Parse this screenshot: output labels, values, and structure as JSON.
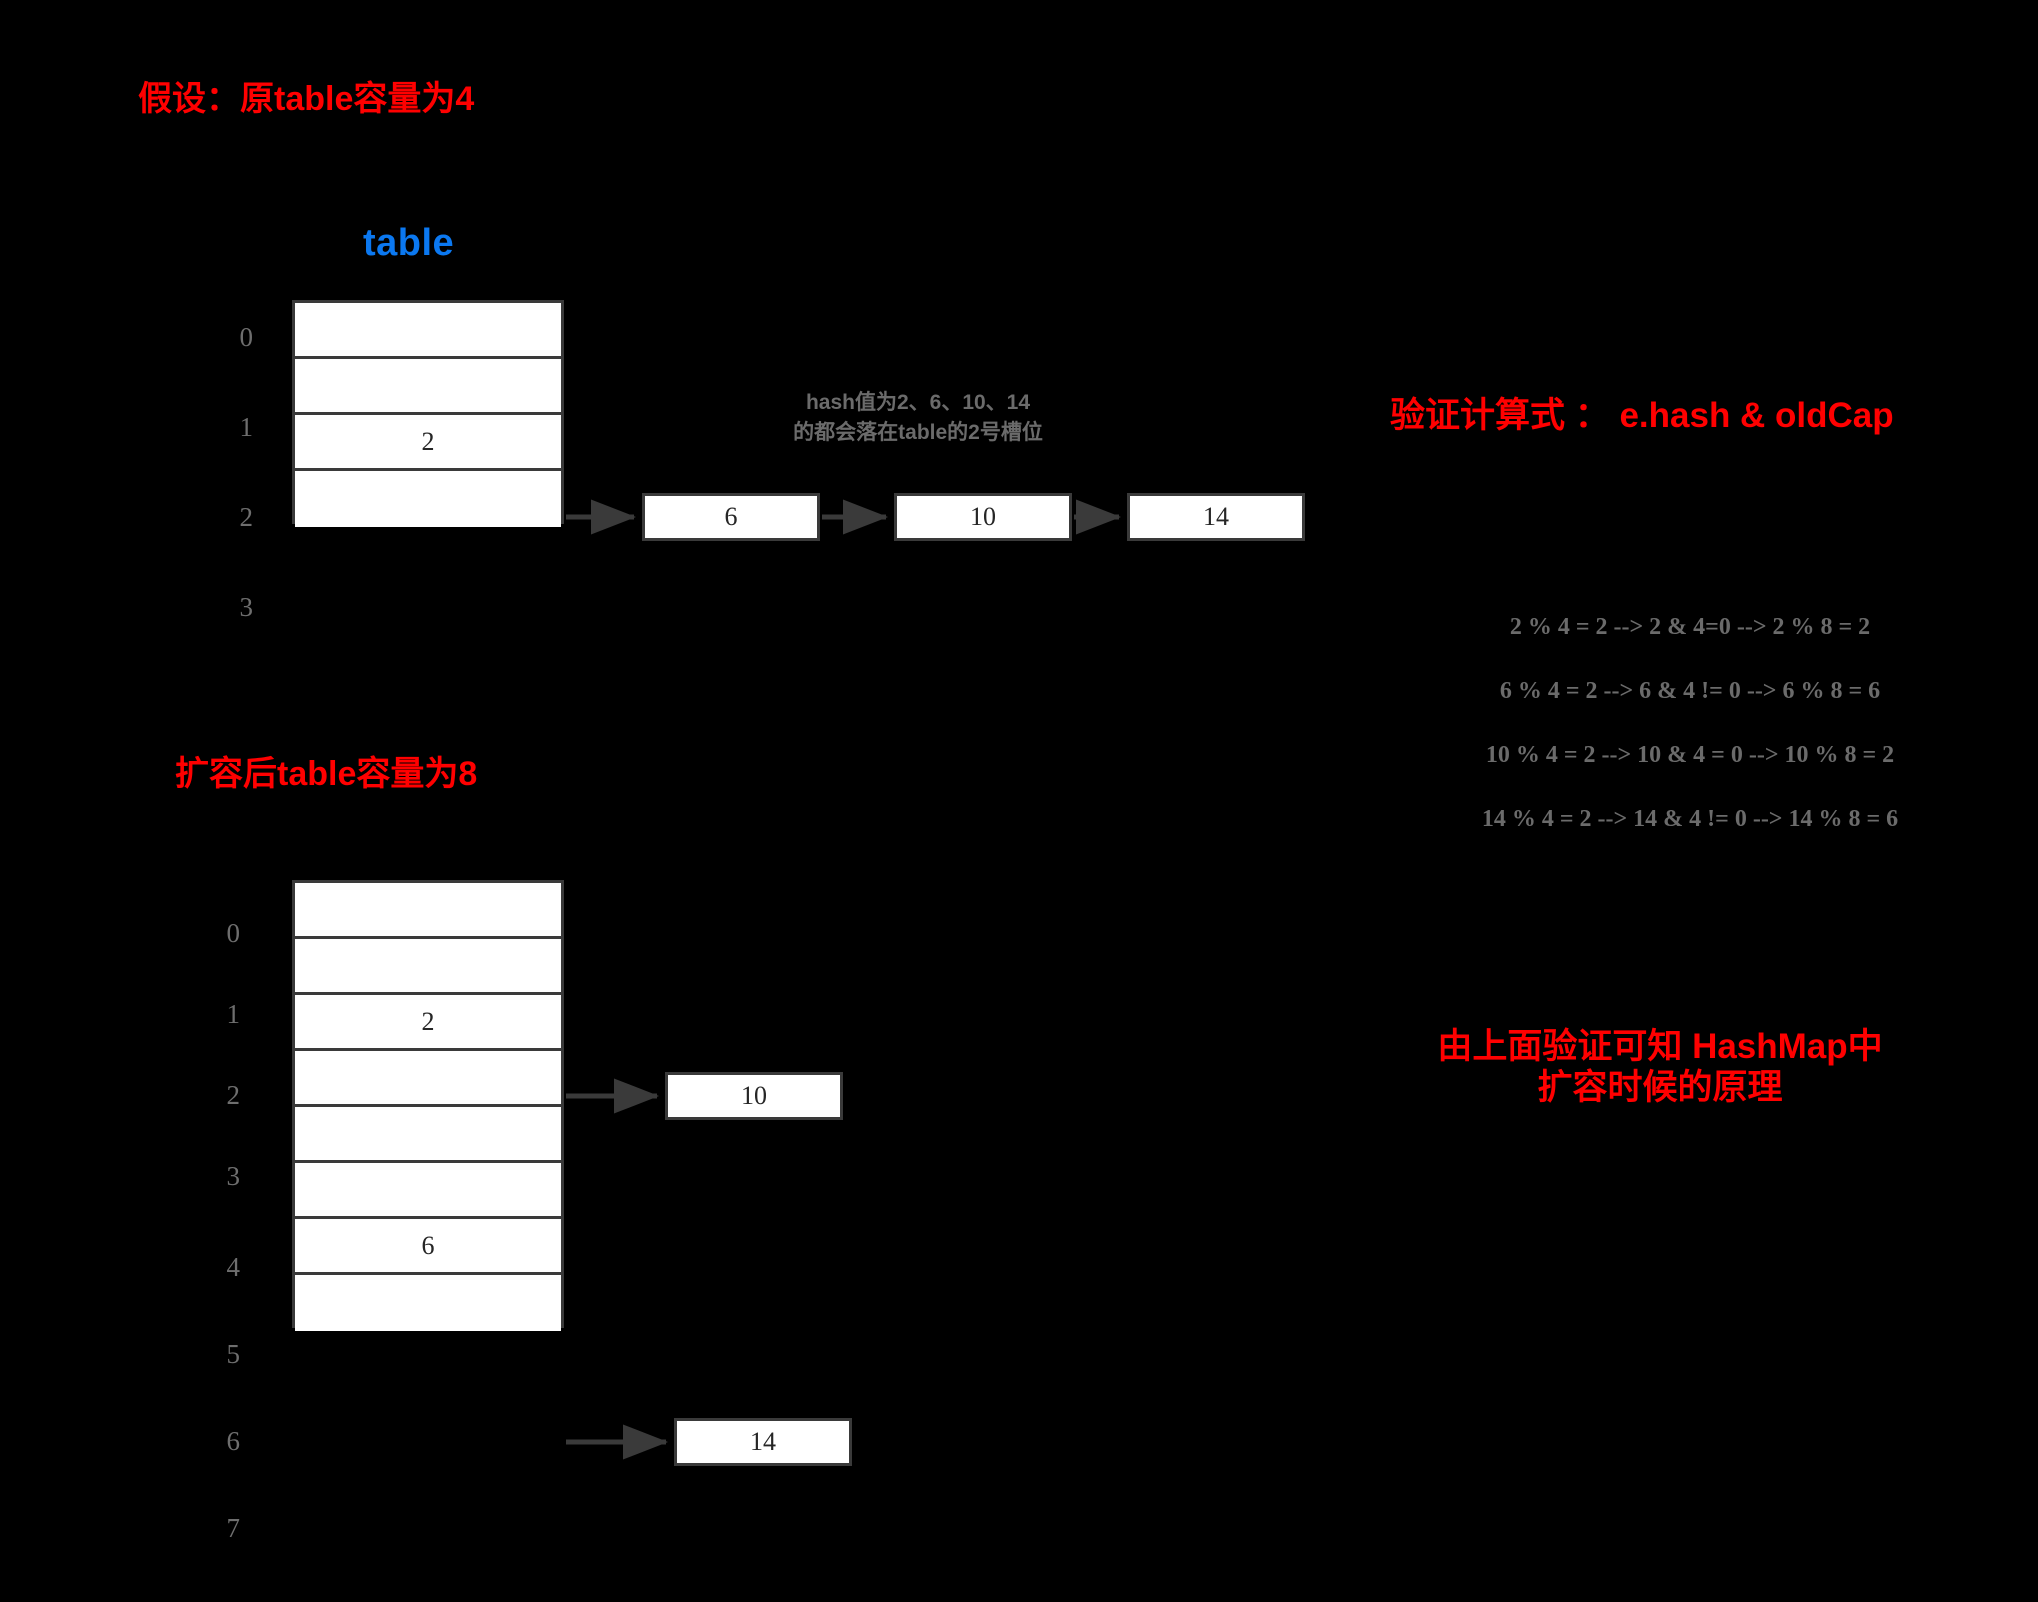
{
  "headings": {
    "assume": "假设：原table容量为4",
    "resized": "扩容后table容量为8",
    "formula_title": "验证计算式 ： e.hash & oldCap",
    "conclusion_line1": "由上面验证可知 HashMap中",
    "conclusion_line2": "扩容时候的原理"
  },
  "caption": {
    "table_label": "table"
  },
  "hash_note": {
    "line1": "hash值为2、6、10、14",
    "line2": "的都会落在table的2号槽位"
  },
  "formulas": [
    "2 % 4 = 2 --> 2 & 4=0 --> 2 % 8 = 2",
    "6 % 4 = 2 --> 6 & 4  != 0 --> 6 % 8 = 6",
    "10 % 4 = 2 --> 10 & 4 = 0 --> 10 % 8 = 2",
    "14 % 4 = 2 --> 14 & 4 != 0 --> 14 % 8 = 6"
  ],
  "old_table": {
    "capacity": 4,
    "indices": [
      "0",
      "1",
      "2",
      "3"
    ],
    "cells": [
      "",
      "",
      "2",
      ""
    ],
    "chain": [
      "6",
      "10",
      "14"
    ]
  },
  "new_table": {
    "capacity": 8,
    "indices": [
      "0",
      "1",
      "2",
      "3",
      "4",
      "5",
      "6",
      "7"
    ],
    "cells": [
      "",
      "",
      "2",
      "",
      "",
      "",
      "6",
      ""
    ],
    "chain_slot2": [
      "10"
    ],
    "chain_slot6": [
      "14"
    ]
  },
  "colors": {
    "background": "#000000",
    "accent_red": "#ff0000",
    "accent_blue": "#0b78f0",
    "note_grey": "#6b6b6b",
    "border_grey": "#3a3a3a",
    "cell_white": "#ffffff"
  }
}
